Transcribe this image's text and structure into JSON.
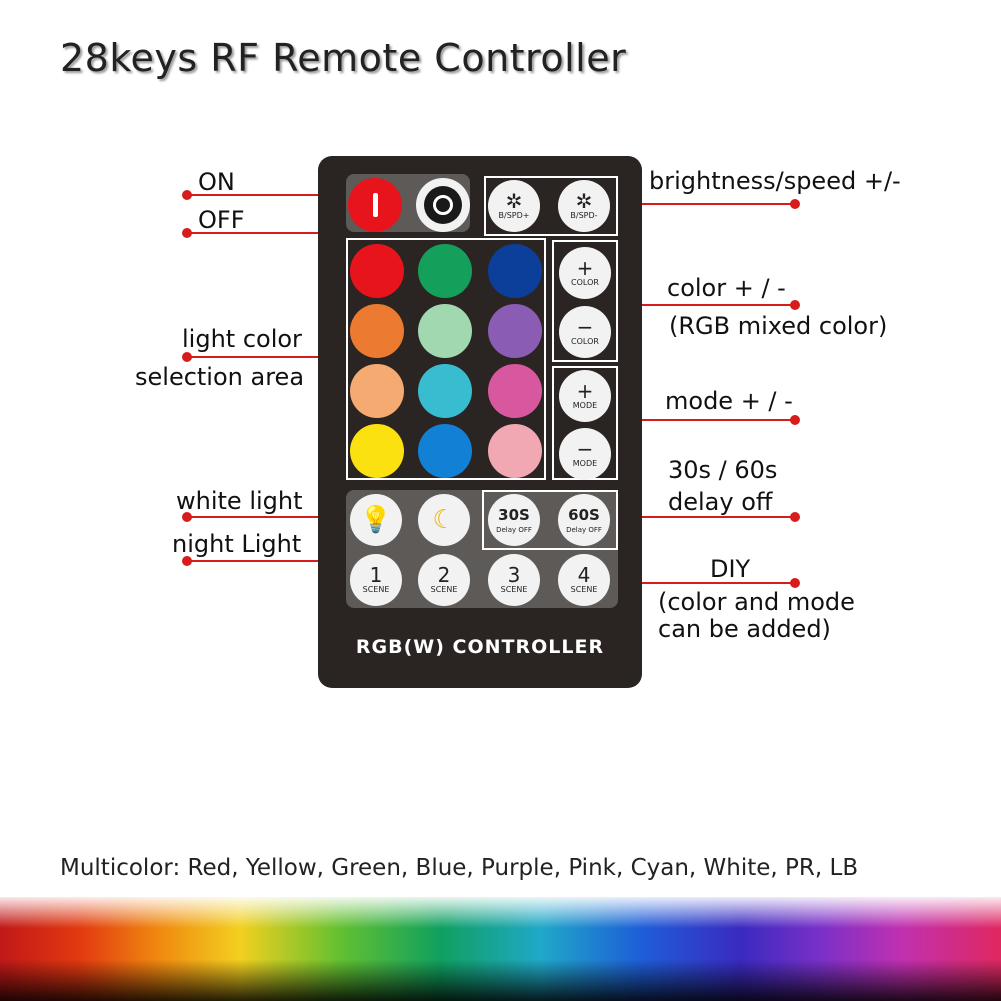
{
  "title": "28keys RF Remote Controller",
  "labels": {
    "on": "ON",
    "off": "OFF",
    "light_color": "light color",
    "selection_area": "selection area",
    "white_light": "white light",
    "night_light": "night Light",
    "brightness_speed": "brightness/speed +/-",
    "color_pm": "color + / -",
    "rgb_mixed": "(RGB mixed color)",
    "mode_pm": "mode + / -",
    "delay_1": "30s / 60s",
    "delay_2": "delay off",
    "diy": "DIY",
    "diy_note_1": "(color and mode",
    "diy_note_2": "can be added)"
  },
  "remote": {
    "footer": "RGB(W) CONTROLLER",
    "bspd_plus": "B/SPD+",
    "bspd_minus": "B/SPD-",
    "color_label": "COLOR",
    "mode_label": "MODE",
    "plus": "+",
    "minus": "−",
    "d30": "30S",
    "d60": "60S",
    "delay_off": "Delay OFF",
    "scene": "SCENE",
    "scenes": [
      "1",
      "2",
      "3",
      "4"
    ]
  },
  "bottom_text": "Multicolor: Red, Yellow, Green, Blue, Purple, Pink, Cyan, White, PR, LB",
  "colors": {
    "line": "#d81c1c",
    "swatches": [
      "#e8141c",
      "#14a05a",
      "#0c3f9a",
      "#ec7a30",
      "#a2d8b0",
      "#8a5cb4",
      "#f5aa72",
      "#38bcd0",
      "#d858a0",
      "#fbe110",
      "#1280d4",
      "#f2a8b2"
    ]
  }
}
